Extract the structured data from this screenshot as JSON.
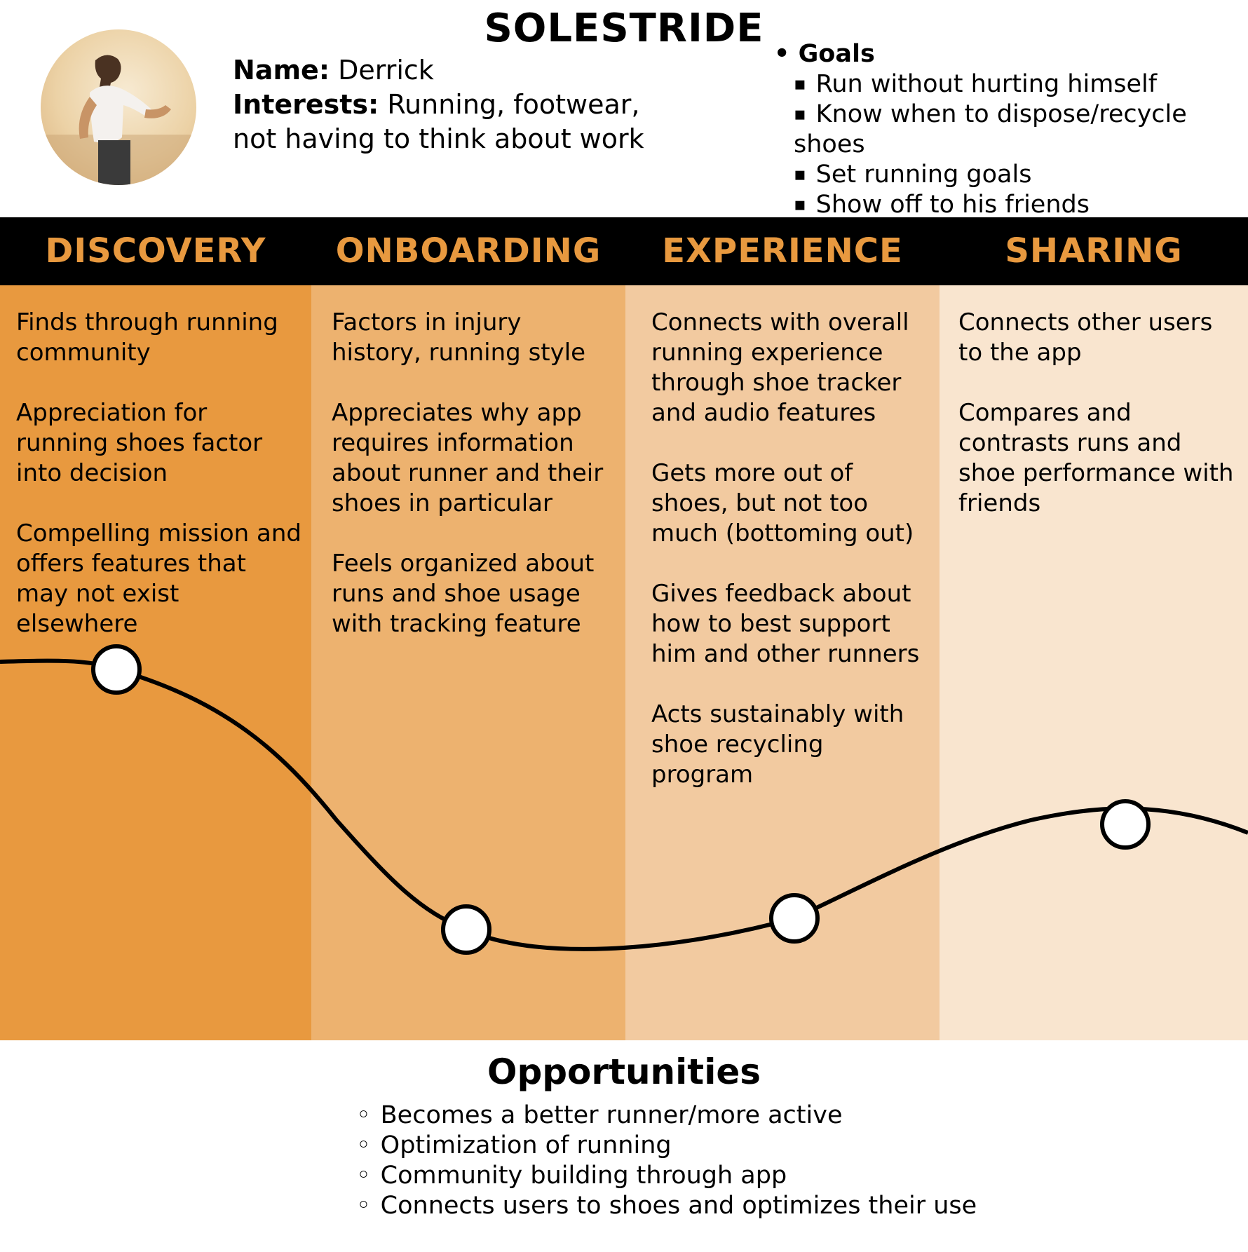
{
  "title": "SOLESTRIDE",
  "persona": {
    "name_label": "Name:",
    "name": "Derrick",
    "interests_label": "Interests:",
    "interests_line1": "Running, footwear,",
    "interests_line2": "not having to think about work"
  },
  "goals": {
    "heading": "Goals",
    "items": [
      "Run without hurting himself",
      "Know when to dispose/recycle shoes",
      "Set running goals",
      "Show off to his friends"
    ]
  },
  "stages": [
    {
      "label": "DISCOVERY",
      "color": "#e8993f",
      "notes": [
        "Finds through running community",
        "Appreciation for running shoes factor into decision",
        "Compelling mission and offers features that may not exist elsewhere"
      ]
    },
    {
      "label": "ONBOARDING",
      "color": "#edb26f",
      "notes": [
        "Factors in injury history, running style",
        "Appreciates why app requires information about runner and their shoes in particular",
        "Feels organized about runs and shoe usage with tracking feature"
      ]
    },
    {
      "label": "EXPERIENCE",
      "color": "#f2caa0",
      "notes": [
        "Connects with overall running experience through shoe tracker and audio features",
        "Gets more out of shoes, but not too much (bottoming out)",
        "Gives feedback about how to best support him and other runners",
        "Acts sustainably with shoe recycling program"
      ]
    },
    {
      "label": "SHARING",
      "color": "#f9e5cf",
      "notes": [
        "Connects other users to the app",
        "Compares and contrasts runs and shoe performance with friends"
      ]
    }
  ],
  "header_bar_color": "#000000",
  "header_text_color": "#e8993f",
  "opportunities": {
    "heading": "Opportunities",
    "items": [
      "Becomes a better runner/more active",
      "Optimization of running",
      "Community building through app",
      "Connects users to shoes and optimizes their use"
    ]
  }
}
